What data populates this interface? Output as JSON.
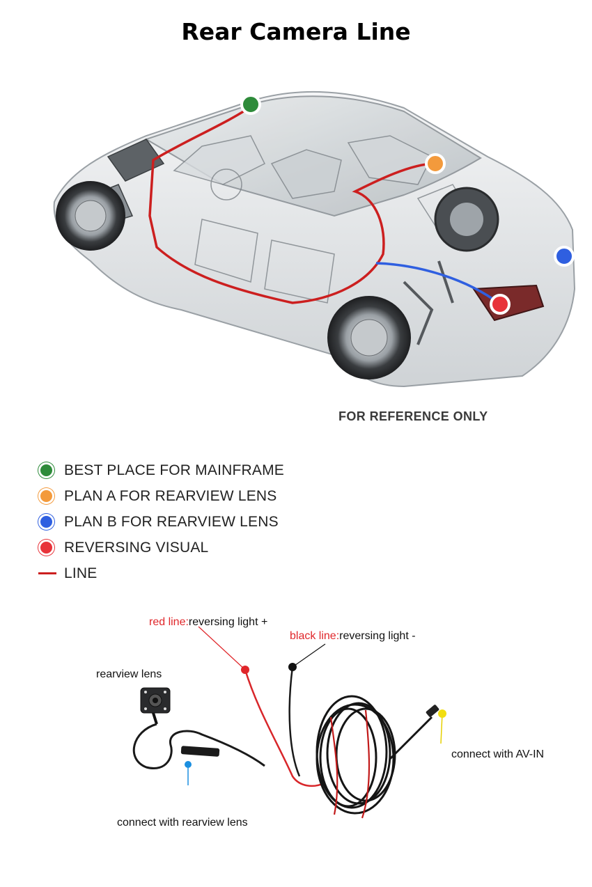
{
  "title": "Rear Camera Line",
  "reference_note": "FOR REFERENCE ONLY",
  "colors": {
    "mainframe": "#2e8b3a",
    "plan_a": "#f39a3c",
    "plan_b": "#2f5fe0",
    "reversing": "#e8333a",
    "line": "#cc1f1f"
  },
  "legend": [
    {
      "label": "BEST PLACE FOR  MAINFRAME",
      "color": "#2e8b3a",
      "kind": "dot"
    },
    {
      "label": "PLAN A FOR REARVIEW LENS",
      "color": "#f39a3c",
      "kind": "dot"
    },
    {
      "label": "PLAN B FOR REARVIEW LENS",
      "color": "#2f5fe0",
      "kind": "dot"
    },
    {
      "label": "REVERSING VISUAL",
      "color": "#e8333a",
      "kind": "dot"
    },
    {
      "label": "LINE",
      "color": "#cc1f1f",
      "kind": "line"
    }
  ],
  "wiring": {
    "red_line_name": "red line:",
    "red_line_desc": "reversing light +",
    "black_line_name": "black line:",
    "black_line_desc": "reversing light -",
    "rearview_lens": "rearview lens",
    "connect_av_in": "connect with AV-IN",
    "connect_rearview": "connect with rearview lens"
  }
}
